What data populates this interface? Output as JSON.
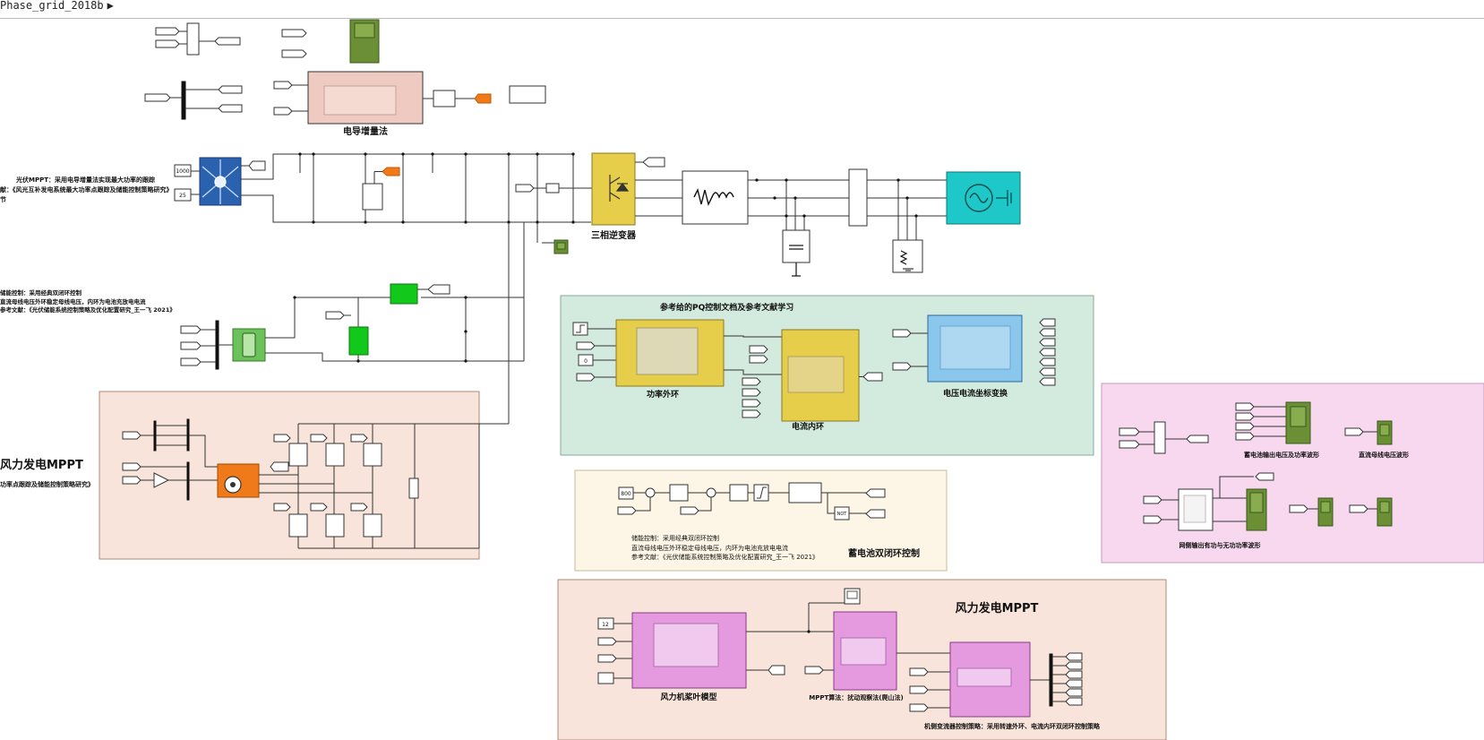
{
  "breadcrumb": {
    "model": "Phase_grid_2018b",
    "arrow": "▶"
  },
  "labels": {
    "inc_cond": "电导增量法",
    "inverter": "三相逆变器",
    "pv_note_1": "光伏MPPT：采用电导增量法实现最大功率的跟踪",
    "pv_note_2": "献：《风光互补发电系统最大功率点跟踪及储能控制策略研究》",
    "pv_note_3": "节",
    "pv_irr": "1000",
    "pv_temp": "25",
    "bat_note_1": "储能控制：采用经典双闭环控制",
    "bat_note_2": "直流母线电压外环稳定母线电压，内环为电池充放电电流",
    "bat_note_3": "参考文献：《光伏储能系统控制策略及优化配置研究_王一飞 2021》",
    "wind_title": "风力发电MPPT",
    "wind_sub": "功率点跟踪及储能控制策略研究》",
    "pq_header": "参考给的PQ控制文档及参考文献学习",
    "power_loop": "功率外环",
    "current_loop": "电流内环",
    "coord_transform": "电压电流坐标变换",
    "pq_const": "0",
    "bat_ctrl_title": "蓄电池双闭环控制",
    "bat_ctrl_const": "800",
    "bat_ctrl_not": "NOT",
    "bat_ctrl_note_1": "储能控制：采用经典双闭环控制",
    "bat_ctrl_note_2": "直流母线电压外环稳定母线电压，内环为电池充放电电流",
    "bat_ctrl_note_3": "参考文献：《光伏储能系统控制策略及优化配置研究_王一飞 2021》",
    "scope_bat": "蓄电池输出电压及功率波形",
    "scope_dc": "直流母线电压波形",
    "scope_grid": "网侧输出有功与无功功率波形",
    "wind_big_title": "风力发电MPPT",
    "turbine_model": "风力机桨叶模型",
    "mppt_algo": "MPPT算法：扰动观察法(爬山法)",
    "converter_ctrl": "机侧变流器控制策略：采用转速外环、电流内环双闭环控制策略",
    "wind_const": "12"
  },
  "colors": {
    "pink_region": "#f8e4da",
    "green_region": "#d3ebde",
    "cream_region": "#fdf6e6",
    "magenta_region": "#f7d8ef",
    "dark_green_scope": "#6a8f35",
    "bright_green": "#12c81a",
    "orange": "#f07a1a",
    "yellow_block": "#e6cd4a",
    "cyan_source": "#1ec8c8",
    "pv_blue": "#2a62b0",
    "pink_block": "#eecac0",
    "violet_block": "#e59ae0"
  }
}
